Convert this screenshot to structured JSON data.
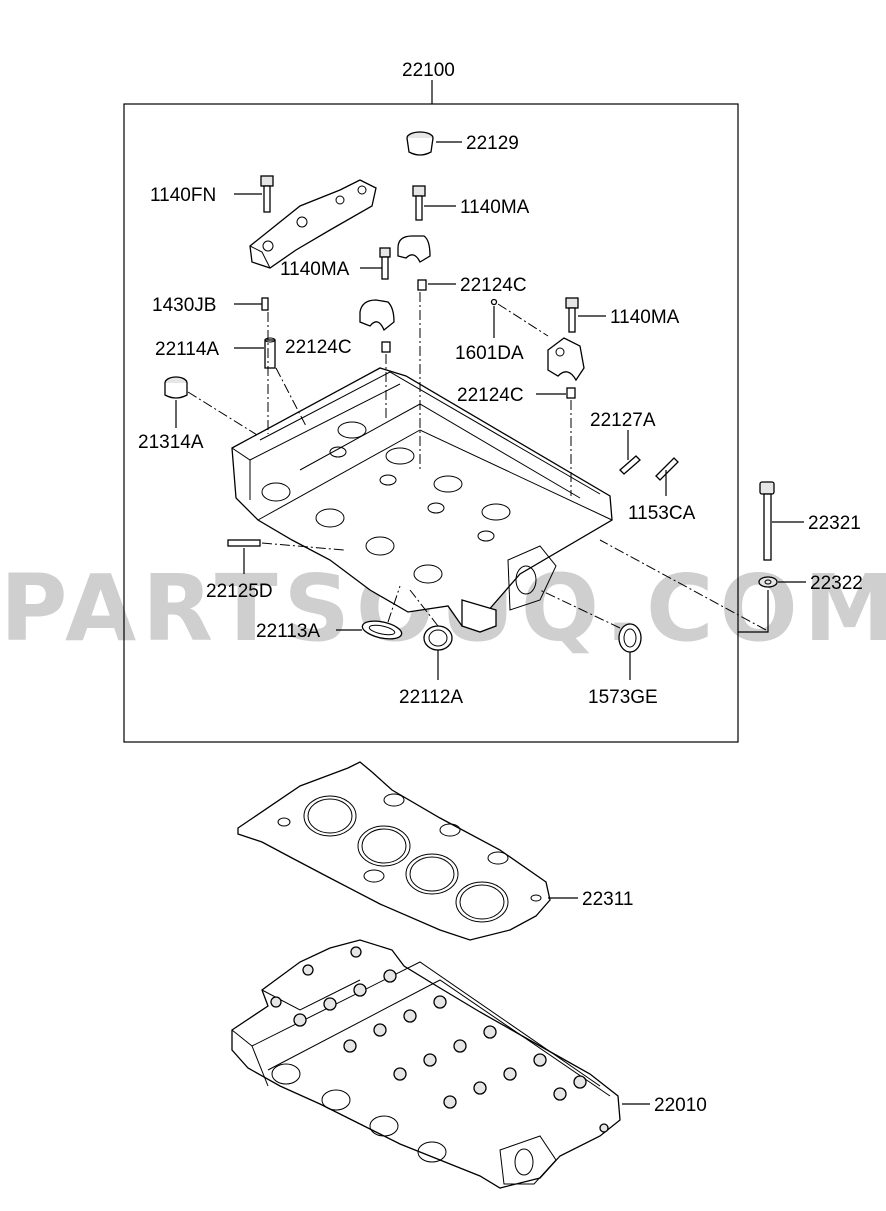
{
  "watermark": "PARTSOUQ.COM",
  "labels": {
    "p22100": "22100",
    "p22129": "22129",
    "p1140FN": "1140FN",
    "p1140MA_a": "1140MA",
    "p1140MA_b": "1140MA",
    "p1140MA_c": "1140MA",
    "p22124C_a": "22124C",
    "p22124C_b": "22124C",
    "p22124C_c": "22124C",
    "p1430JB": "1430JB",
    "p22114A": "22114A",
    "p1601DA": "1601DA",
    "p21314A": "21314A",
    "p22127A": "22127A",
    "p1153CA": "1153CA",
    "p22321": "22321",
    "p22322": "22322",
    "p22125D": "22125D",
    "p22113A": "22113A",
    "p22112A": "22112A",
    "p1573GE": "1573GE",
    "p22311": "22311",
    "p22010": "22010"
  }
}
